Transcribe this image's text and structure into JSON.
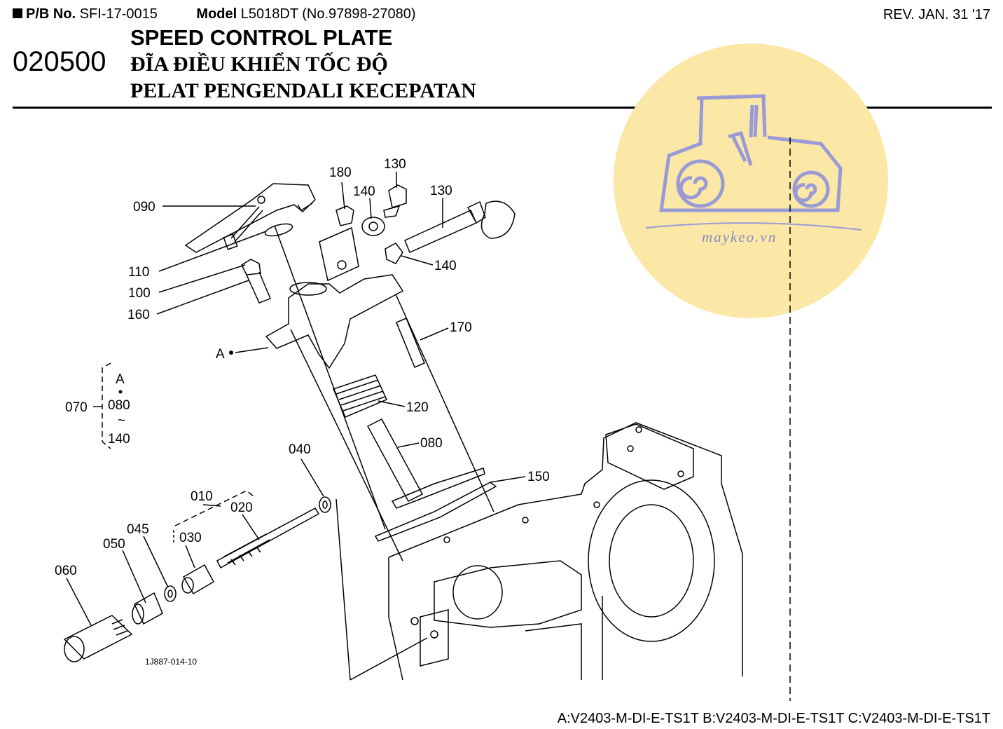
{
  "header": {
    "pb_label": "P/B No.",
    "pb_value": "SFI-17-0015",
    "model_label": "Model",
    "model_value": "L5018DT (No.97898-27080)",
    "revision": "REV. JAN. 31 '17",
    "group_code": "020500",
    "title_en": "SPEED CONTROL PLATE",
    "title_vi": "ĐĨA ĐIỀU KHIỂN TỐC ĐỘ",
    "title_id": "PELAT PENGENDALI KECEPATAN"
  },
  "diagram": {
    "labels": {
      "p090": "090",
      "p110": "110",
      "p100": "100",
      "p160": "160",
      "p180": "180",
      "p130a": "130",
      "p140a": "140",
      "p130b": "130",
      "p140b": "140",
      "p170": "170",
      "p120": "120",
      "p080": "080",
      "p150": "150",
      "p040": "040",
      "p010": "010",
      "p020": "020",
      "p030": "030",
      "p045": "045",
      "p050": "050",
      "p060": "060",
      "ref_a": "A",
      "set070": "070",
      "set_a": "A",
      "set080": "080",
      "set_tilde": "~",
      "set140": "140"
    },
    "drawing_code": "1J887-014-10"
  },
  "watermark": {
    "text": "maykeo.vn",
    "circle_color": "#fbe7a6",
    "icon_color": "#9a9ad6"
  },
  "footer": {
    "serials": "A:V2403-M-DI-E-TS1T B:V2403-M-DI-E-TS1T C:V2403-M-DI-E-TS1T"
  }
}
